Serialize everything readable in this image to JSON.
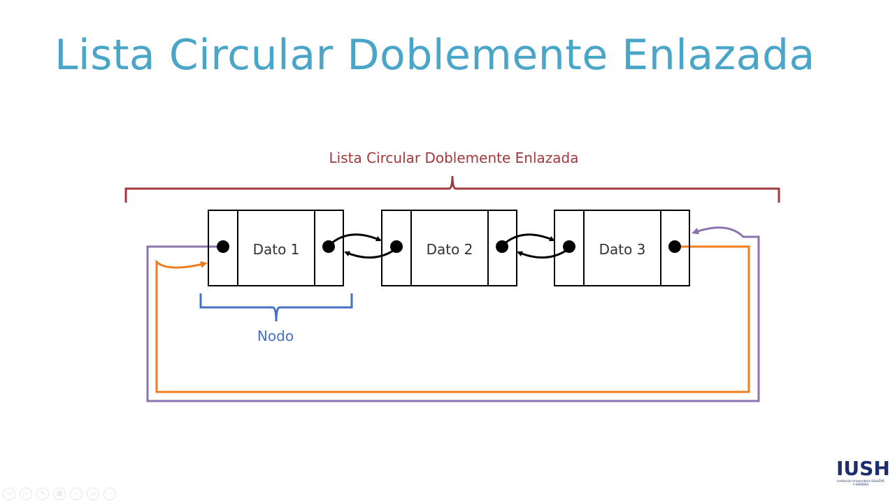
{
  "slide": {
    "title": "Lista Circular Doblemente Enlazada"
  },
  "diagram": {
    "list_label": "Lista Circular Doblemente Enlazada",
    "node_label": "Nodo",
    "nodes": [
      {
        "data": "Dato 1"
      },
      {
        "data": "Dato 2"
      },
      {
        "data": "Dato 3"
      }
    ],
    "colors": {
      "title": "#4aa6c8",
      "list_bracket": "#a0393b",
      "node_bracket": "#4472c4",
      "prev_link": "#8c73b0",
      "next_link": "#ee7d1f",
      "node_border": "#000000"
    }
  },
  "logo": {
    "name": "IUSH",
    "subtitle": "Institución Universitaria SALAZAR Y HERRERA"
  },
  "controls": [
    {
      "icon": "previous-icon",
      "glyph": "◁"
    },
    {
      "icon": "next-icon",
      "glyph": "▷"
    },
    {
      "icon": "pen-icon",
      "glyph": "✎"
    },
    {
      "icon": "slides-icon",
      "glyph": "▦"
    },
    {
      "icon": "zoom-icon",
      "glyph": "⌕"
    },
    {
      "icon": "subtitles-icon",
      "glyph": "▭"
    },
    {
      "icon": "more-icon",
      "glyph": "⋯"
    }
  ]
}
